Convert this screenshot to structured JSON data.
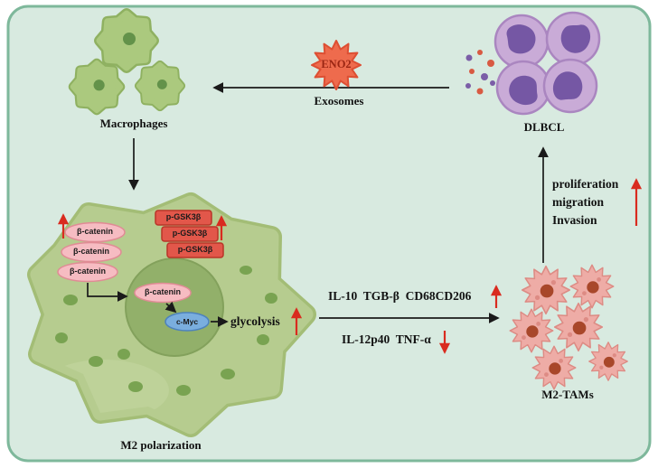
{
  "figure": {
    "type": "pathway-diagram",
    "description": "DLBCL-derived ENO2 exosomes drive M2 macrophage polarization via beta-catenin/c-Myc glycolysis"
  },
  "labels": {
    "macrophages": "Macrophages",
    "eno2": "ENO2",
    "exosomes": "Exosomes",
    "dlbcl": "DLBCL",
    "m2_polarization": "M2 polarization",
    "m2_tams": "M2-TAMs",
    "glycolysis": "glycolysis",
    "cytokines_up": "IL-10  TGB-β  CD68CD206",
    "cytokines_down": "IL-12p40  TNF-α",
    "proliferation": "proliferation",
    "migration": "migration",
    "invasion": "Invasion"
  },
  "molecules": {
    "beta_catenin": "β-catenin",
    "p_gsk3b": "p-GSK3β",
    "c_myc": "c-Myc"
  },
  "colors": {
    "panel_bg": "#d8eae0",
    "panel_border": "#7eb89b",
    "macrophage_green": "#abc97e",
    "eno2_red": "#ee6b4d",
    "dlbcl_purple": "#c9abd7",
    "dlbcl_nucleus": "#7557a4",
    "m2_cell_green": "#b6cc8f",
    "cell_nucleus_green": "#92b06a",
    "beta_catenin_pink": "#f6bcc2",
    "gsk3b_red": "#e2574a",
    "c_myc_blue": "#7aaede",
    "tam_pink": "#eeaca6",
    "tam_nucleus": "#a8472a",
    "arrow_red": "#d92b1f",
    "arrow_black": "#1a1a1a",
    "text_black": "#121212"
  }
}
